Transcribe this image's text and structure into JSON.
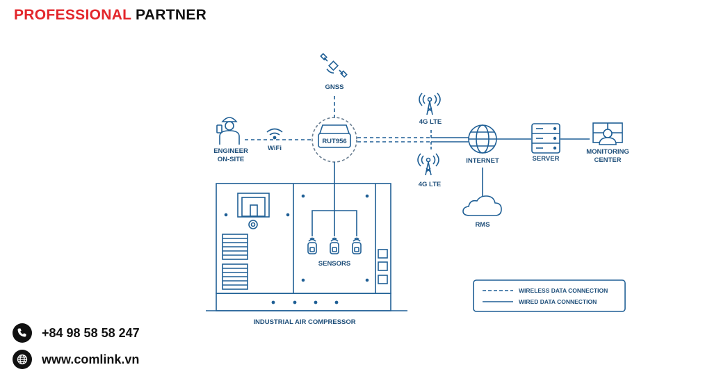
{
  "header": {
    "brand_red": "PROFESSIONAL",
    "brand_black": "PARTNER"
  },
  "diagram": {
    "gnss": "GNSS",
    "router": "RUT956",
    "engineer_line1": "ENGINEER",
    "engineer_line2": "ON-SITE",
    "wifi": "WiFi",
    "lte_top": "4G LTE",
    "lte_bottom": "4G LTE",
    "internet": "INTERNET",
    "server": "SERVER",
    "monitoring_line1": "MONITORING",
    "monitoring_line2": "CENTER",
    "rms": "RMS",
    "sensors": "SENSORS",
    "compressor": "INDUSTRIAL AIR COMPRESSOR",
    "legend_wireless": "WIRELESS DATA CONNECTION",
    "legend_wired": "WIRED DATA CONNECTION"
  },
  "colors": {
    "brand_red": "#e3262b",
    "diagram_blue": "#1f5f95",
    "dark": "#111111"
  },
  "contact": {
    "phone": "+84 98 58 58 247",
    "website": "www.comlink.vn",
    "phone_icon": "phone-icon",
    "web_icon": "globe-icon"
  }
}
